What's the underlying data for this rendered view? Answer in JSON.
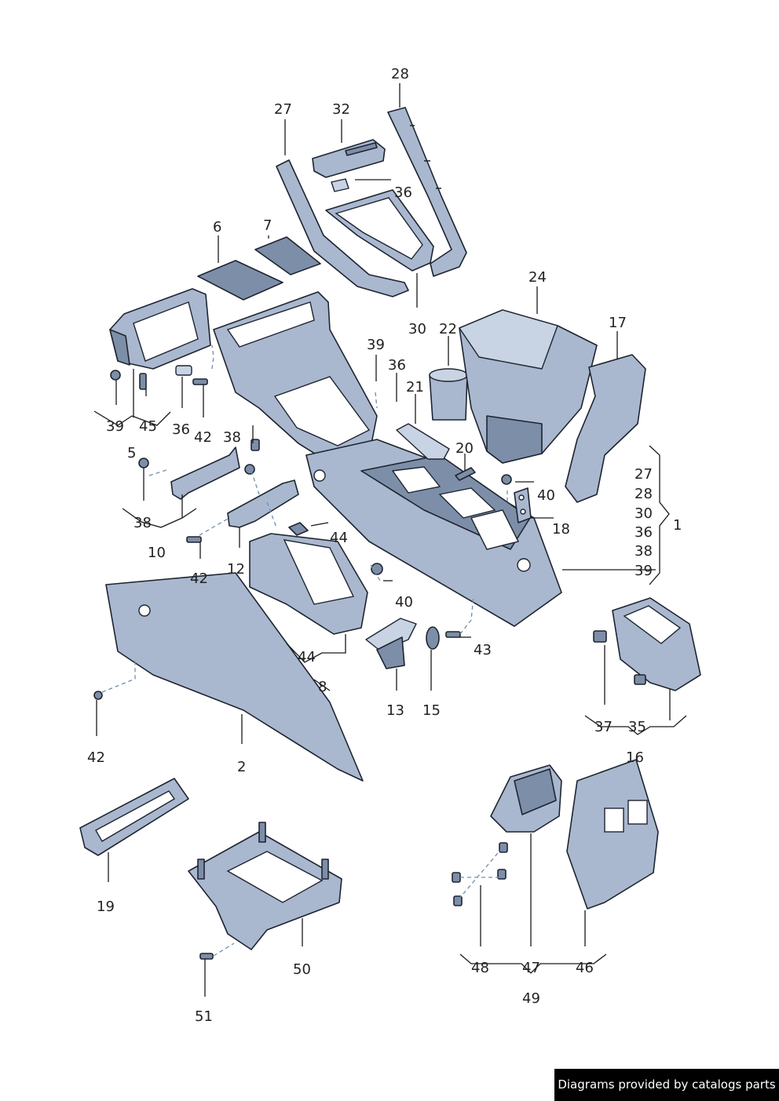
{
  "watermark": "Diagrams provided by catalogs parts",
  "labels": {
    "l28": "28",
    "l27": "27",
    "l32": "32",
    "l36a": "36",
    "l6": "6",
    "l7": "7",
    "l24": "24",
    "l30": "30",
    "l22": "22",
    "l39a": "39",
    "l36b": "36",
    "l17": "17",
    "l21": "21",
    "l39b": "39",
    "l45": "45",
    "l36c": "36",
    "l42a": "42",
    "l38a": "38",
    "l5": "5",
    "l20": "20",
    "l27b": "27",
    "l28b": "28",
    "l30b": "30",
    "l36d": "36",
    "l38b": "38",
    "l39c": "39",
    "l1": "1",
    "l40a": "40",
    "l38c": "38",
    "l18": "18",
    "l10": "10",
    "l44a": "44",
    "l12": "12",
    "l42b": "42",
    "l40b": "40",
    "l44b": "44",
    "l43": "43",
    "l8": "8",
    "l13": "13",
    "l15": "15",
    "l37": "37",
    "l35": "35",
    "l42c": "42",
    "l2": "2",
    "l16": "16",
    "l19": "19",
    "l48": "48",
    "l47": "47",
    "l46": "46",
    "l50": "50",
    "l49": "49",
    "l51": "51"
  }
}
